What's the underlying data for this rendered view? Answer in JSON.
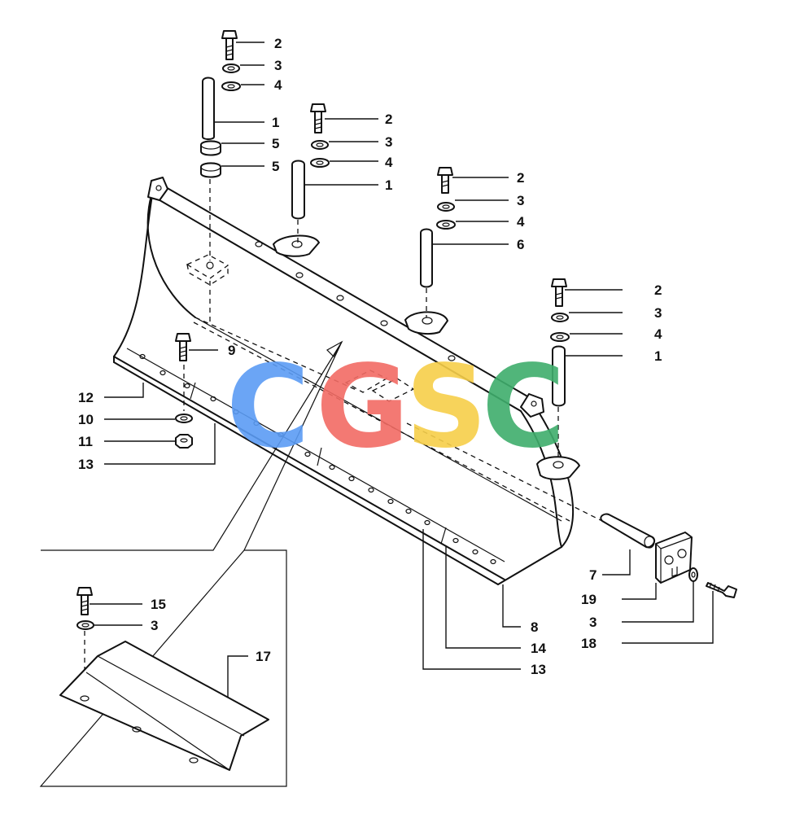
{
  "watermark": {
    "letters": [
      "C",
      "G",
      "S",
      "C"
    ],
    "colors": [
      "#5b9cf5",
      "#f26b64",
      "#f7cf4a",
      "#3fae6c"
    ]
  },
  "callouts": {
    "c1": "2",
    "c2": "3",
    "c3": "4",
    "c4": "1",
    "c5": "5",
    "c6": "5",
    "c7": "2",
    "c8": "3",
    "c9": "4",
    "c10": "1",
    "c11": "2",
    "c12": "3",
    "c13": "4",
    "c14": "6",
    "c15": "2",
    "c16": "3",
    "c17": "4",
    "c18": "1",
    "c19": "9",
    "c20": "12",
    "c21": "10",
    "c22": "11",
    "c23": "13",
    "c24": "7",
    "c25": "19",
    "c26": "3",
    "c27": "18",
    "c28": "8",
    "c29": "14",
    "c30": "13",
    "c31": "15",
    "c32": "3",
    "c33": "17"
  }
}
